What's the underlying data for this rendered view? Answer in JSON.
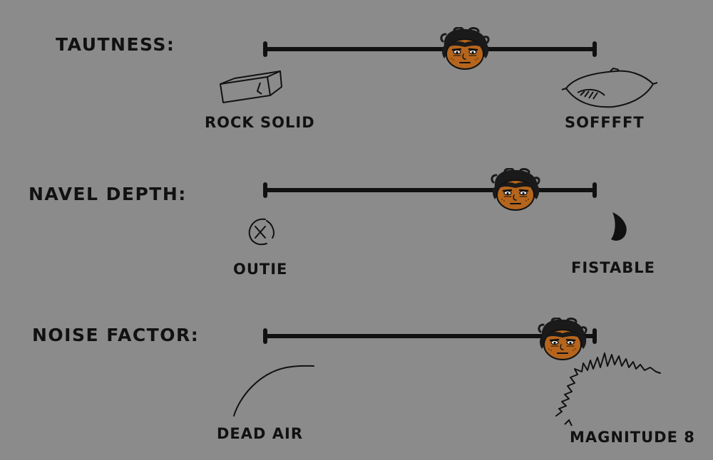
{
  "sliders": [
    {
      "label": "TAUTNESS:",
      "left_label": "ROCK SOLID",
      "right_label": "SOFFFFT",
      "value_fraction": 0.6,
      "left_icon": "brick-icon",
      "right_icon": "pillow-icon"
    },
    {
      "label": "NAVEL DEPTH:",
      "left_label": "OUTIE",
      "right_label": "FISTABLE",
      "value_fraction": 0.755,
      "left_icon": "outie-navel-icon",
      "right_icon": "deep-navel-icon"
    },
    {
      "label": "NOISE FACTOR:",
      "left_label": "DEAD AIR",
      "right_label": "MAGNITUDE 8",
      "value_fraction": 0.9,
      "left_icon": "flat-wave-icon",
      "right_icon": "loud-wave-icon"
    }
  ],
  "colors": {
    "background": "#8b8b8b",
    "ink": "#111111",
    "skin": "#b5651d",
    "hair": "#1a1a1a"
  }
}
